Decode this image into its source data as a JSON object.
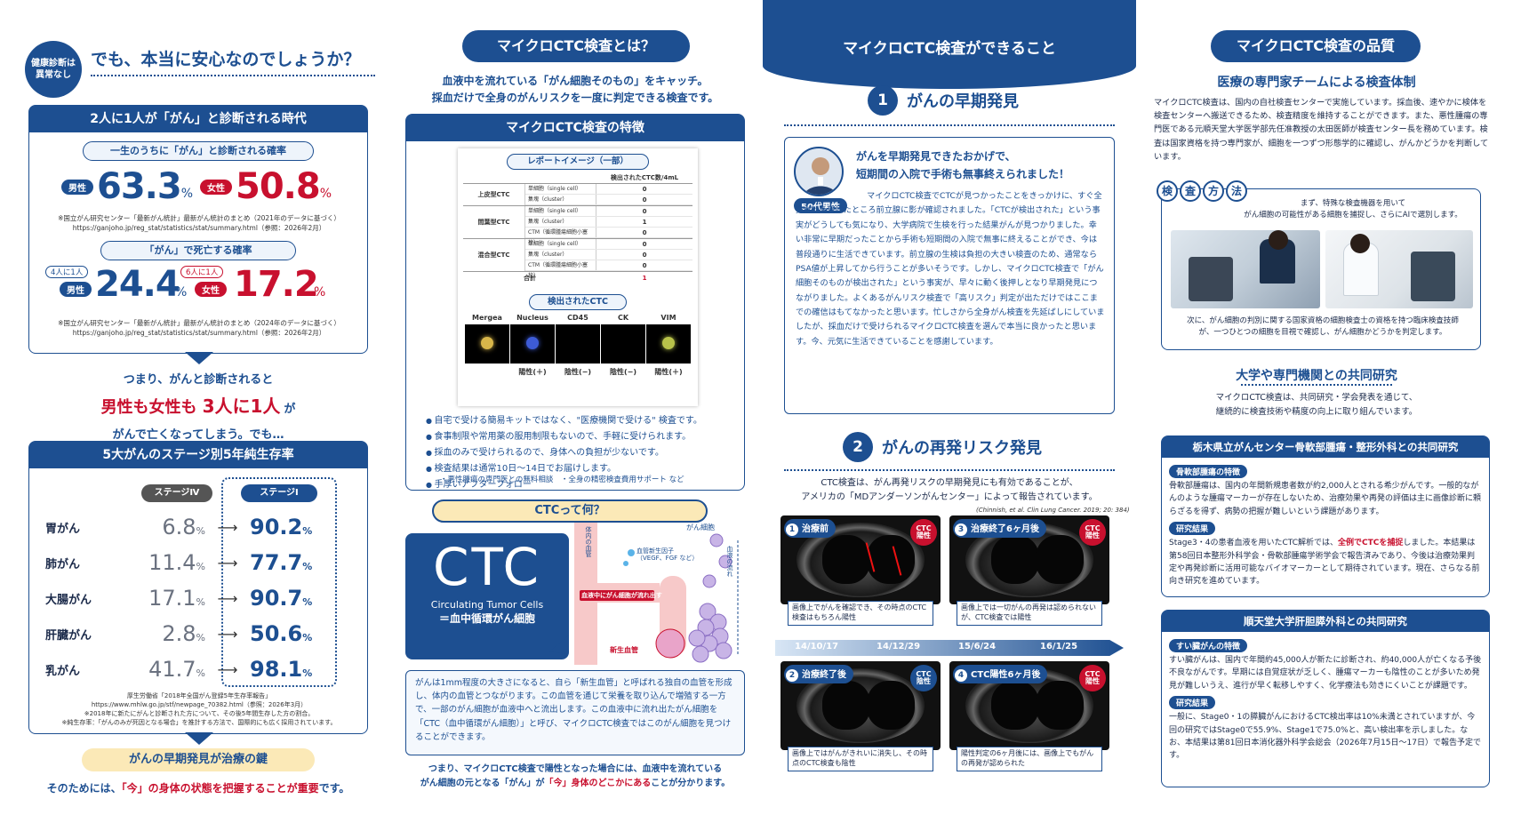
{
  "col1": {
    "badge": "健康診断は\n異常なし",
    "headline": "でも、本当に安心なのでしょうか？",
    "box1_title": "2人に1人が「がん」と診断される時代",
    "prob_diag_label": "一生のうちに「がん」と診断される確率",
    "male": "男性",
    "female": "女性",
    "male_diag": "63.3",
    "female_diag": "50.8",
    "pct": "%",
    "note1": "※国立がん研究センター「最新がん統計」最新がん統計のまとめ（2021年のデータに基づく）",
    "url1": "https://ganjoho.jp/reg_stat/statistics/stat/summary.html（参照：2026年2月）",
    "prob_death_label": "「がん」で死亡する確率",
    "male_ratio": "4人に1人",
    "female_ratio": "6人に1人",
    "male_death": "24.4",
    "female_death": "17.2",
    "note2": "※国立がん研究センター「最新がん統計」最新がん統計のまとめ（2024年のデータに基づく）",
    "url2": "https://ganjoho.jp/reg_stat/statistics/stat/summary.html（参照：2026年2月）",
    "concl1": "つまり、がんと診断されると",
    "concl2a": "男性も女性も",
    "concl2b": "3人に1人",
    "concl2c": "が",
    "concl3": "がんで亡くなってしまう。でも…",
    "box2_title": "5大がんのステージ別5年純生存率",
    "stage4": "ステージⅣ",
    "stage1": "ステージⅠ",
    "cancers": [
      {
        "name": "胃がん",
        "s4": "6.8",
        "s1": "90.2"
      },
      {
        "name": "肺がん",
        "s4": "11.4",
        "s1": "77.7"
      },
      {
        "name": "大腸がん",
        "s4": "17.1",
        "s1": "90.7"
      },
      {
        "name": "肝臓がん",
        "s4": "2.8",
        "s1": "50.6"
      },
      {
        "name": "乳がん",
        "s4": "41.7",
        "s1": "98.1"
      }
    ],
    "note3a": "厚生労働省「2018年全国がん登録5年生存率報告」",
    "note3b": "https://www.mhlw.go.jp/stf/newpage_70382.html（参照：2026年3月）",
    "note3c": "※2018年に新たにがんと診断された方について、その後5年間生存した方の割合。",
    "note3d": "※純生存率：「がんのみが死因となる場合」を推計する方法で、国際的にも広く採用されています。",
    "key_label": "がんの早期発見が治療の鍵",
    "footer_a": "そのためには、",
    "footer_b": "「今」の身体の状態を把握することが重要",
    "footer_c": "です。"
  },
  "col2": {
    "title": "マイクロCTC検査とは？",
    "intro1": "血液中を流れている「がん細胞そのもの」をキャッチ。",
    "intro2": "採血だけで全身のがんリスクを一度に判定できる検査です。",
    "feat_title": "マイクロCTC検査の特徴",
    "report_label": "レポートイメージ（一部）",
    "table_header": "検出されたCTC数/4mL",
    "table_groups": [
      {
        "name": "上皮型CTC",
        "rows": [
          [
            "単細胞（single cell）",
            "0"
          ],
          [
            "集塊（cluster）",
            "0"
          ]
        ]
      },
      {
        "name": "間葉型CTC",
        "rows": [
          [
            "単細胞（single cell）",
            "0"
          ],
          [
            "集塊（cluster）",
            "1"
          ],
          [
            "CTM（循環腫瘍細胞小塞栓）",
            "0"
          ]
        ]
      },
      {
        "name": "混合型CTC",
        "rows": [
          [
            "単細胞（single cell）",
            "0"
          ],
          [
            "集塊（cluster）",
            "0"
          ],
          [
            "CTM（循環腫瘍細胞小塞栓）",
            "0"
          ]
        ]
      }
    ],
    "total_label": "合計",
    "total_val": "1",
    "detected_label": "検出されたCTC",
    "channels": [
      "Mergea",
      "Nucleus",
      "CD45",
      "CK",
      "VIM"
    ],
    "results": [
      "陽性(＋)",
      "陰性(−)",
      "陰性(−)",
      "陽性(＋)"
    ],
    "bullets": [
      "自宅で受ける簡易キットではなく、\"医療機関で受ける\" 検査です。",
      "食事制限や常用薬の服用制限もないので、手軽に受けられます。",
      "採血のみで受けられるので、身体への負担が少ないです。",
      "検査結果は通常10日〜14日でお届けします。",
      "手厚いアフターフォロー"
    ],
    "bullet_sub": "・悪性腫瘍の専門医との無料相談　・全身の精密検査費用サポート など",
    "ctc_q": "CTCって何？",
    "ctc_big": "CTC",
    "ctc_en": "Circulating Tumor Cells",
    "ctc_jp": "＝血中循環がん細胞",
    "diag_vessel": "体内の血管",
    "diag_cancer": "がん細胞",
    "diag_factor": "血管新生因子",
    "diag_factor2": "（VEGF、FGF など）",
    "diag_flow": "血液の流れ",
    "diag_escape": "血液中にがん細胞が流れ出す",
    "diag_newvessel": "新生血管",
    "desc": "がんは1mm程度の大きさになると、自ら「新生血管」と呼ばれる独自の血管を形成し、体内の血管とつながります。この血管を通じて栄養を取り込んで増殖する一方で、一部のがん細胞が血液中へと流出します。この血液中に流れ出たがん細胞を「CTC（血中循環がん細胞）」と呼び、マイクロCTC検査ではこのがん細胞を見つけることができます。",
    "foot1": "つまり、マイクロCTC検査で陽性となった場合には、血液中を流れている",
    "foot2a": "がん細胞の元となる「がん」が",
    "foot2b": "「今」",
    "foot2c": "身体のどこかにある",
    "foot2d": "ことが分かります。"
  },
  "col3": {
    "title": "マイクロCTC検査ができること",
    "sec1_num": "1",
    "sec1": "がんの早期発見",
    "quote1": "がんを早期発見できたおかげで、",
    "quote2": "短期間の入院で手術も無事終えられました！",
    "age_tag": "50代男性",
    "story": "マイクロCTC検査でCTCが見つかったことをきっかけに、すぐ全身MRIを受けたところ前立腺に影が確認されました。「CTCが検出された」という事実がどうしても気になり、大学病院で生検を行った結果がんが見つかりました。幸い非常に早期だったことから手術も短期間の入院で無事に終えることができ、今は普段通りに生活できています。前立腺の生検は負担の大きい検査のため、通常ならPSA値が上昇してから行うことが多いそうです。しかし、マイクロCTC検査で「がん細胞そのものが検出された」という事実が、早々に動く後押しとなり早期発見につながりました。よくあるがんリスク検査で「高リスク」判定が出ただけではここまでの確信はもてなかったと思います。忙しさから全身がん検査を先延ばしにしていましたが、採血だけで受けられるマイクロCTC検査を選んで本当に良かったと思います。今、元気に生活できていることを感謝しています。",
    "sec2_num": "2",
    "sec2": "がんの再発リスク発見",
    "sec2_text1": "CTC検査は、がん再発リスクの早期発見にも有効であることが、",
    "sec2_text2": "アメリカの「MDアンダーソンがんセンター」によって報告されています。",
    "citation": "(Chinnish, et al. Clin Lung Cancer. 2019; 20: 384)",
    "scans": [
      {
        "num": "1",
        "label": "治療前",
        "status": "CTC\n陽性",
        "pos": true,
        "cap": "画像上でがんを確認でき、その時点のCTC検査はもちろん陽性"
      },
      {
        "num": "3",
        "label": "治療終了6ヶ月後",
        "status": "CTC\n陽性",
        "pos": true,
        "cap": "画像上では一切がんの再発は認められないが、CTC検査では陽性"
      },
      {
        "num": "2",
        "label": "治療終了後",
        "status": "CTC\n陰性",
        "pos": false,
        "cap": "画像上ではがんがきれいに消失し、その時点のCTC検査も陰性"
      },
      {
        "num": "4",
        "label": "CTC陽性6ヶ月後",
        "status": "CTC\n陽性",
        "pos": true,
        "cap": "陽性判定の6ヶ月後には、画像上でもがんの再発が認められた"
      }
    ],
    "dates": [
      "14/10/17",
      "14/12/29",
      "15/6/24",
      "16/1/25"
    ]
  },
  "col4": {
    "title": "マイクロCTC検査の品質",
    "sub1": "医療の専門家チームによる検査体制",
    "text1": "マイクロCTC検査は、国内の自社検査センターで実施しています。採血後、速やかに検体を検査センターへ搬送できるため、検査精度を維持することができます。また、悪性腫瘍の専門医である元順天堂大学医学部先任准教授の太田医師が検査センター長を務めています。検査は国家資格を持つ専門家が、細胞を一つずつ形態学的に確認し、がんかどうかを判断しています。",
    "method_chars": [
      "検",
      "査",
      "方",
      "法"
    ],
    "method1": "まず、特殊な検査機器を用いて",
    "method2": "がん細胞の可能性がある細胞を捕捉し、さらにAIで選別します。",
    "method3": "次に、がん細胞の判別に関する国家資格の細胞検査士の資格を持つ臨床検査技師",
    "method4": "が、一つひとつの細胞を目視で確認し、がん細胞かどうかを判定します。",
    "sub2": "大学や専門機関との共同研究",
    "text2a": "マイクロCTC検査は、共同研究・学会発表を通じて、",
    "text2b": "継続的に検査技術や精度の向上に取り組んでいます。",
    "r1_title": "栃木県立がんセンター骨軟部腫瘍・整形外科との共同研究",
    "r1_tag1": "骨軟部腫瘍の特徴",
    "r1_text1": "骨軟部腫瘍は、国内の年間新規患者数が約2,000人とされる希少がんです。一般的ながんのような腫瘍マーカーが存在しないため、治療効果や再発の評価は主に画像診断に頼らざるを得ず、病勢の把握が難しいという課題があります。",
    "r1_tag2": "研究結果",
    "r1_text2a": "Stage3・4の患者血液を用いたCTC解析では、",
    "r1_text2b": "全例でCTCを捕捉",
    "r1_text2c": "しました。本結果は第58回日本整形外科学会・骨軟部腫瘍学術学会で報告済みであり、今後は治療効果判定や再発診断に活用可能なバイオマーカーとして期待されています。現在、さらなる前向き研究を進めています。",
    "r2_title": "順天堂大学肝胆膵外科との共同研究",
    "r2_tag1": "すい臓がんの特徴",
    "r2_text1": "すい臓がんは、国内で年間約45,000人が新たに診断され、約40,000人が亡くなる予後不良ながんです。早期には自覚症状が乏しく、腫瘍マーカーも陰性のことが多いため発見が難しいうえ、進行が早く転移しやすく、化学療法も効きにくいことが課題です。",
    "r2_tag2": "研究結果",
    "r2_text2": "一般に、Stage0・1の膵臓がんにおけるCTC検出率は10%未満とされていますが、今回の研究ではStage0で55.9%、Stage1で75.0%と、高い検出率を示しました。なお、本結果は第81回日本消化器外科学会総会（2026年7月15日〜17日）で報告予定です。"
  }
}
